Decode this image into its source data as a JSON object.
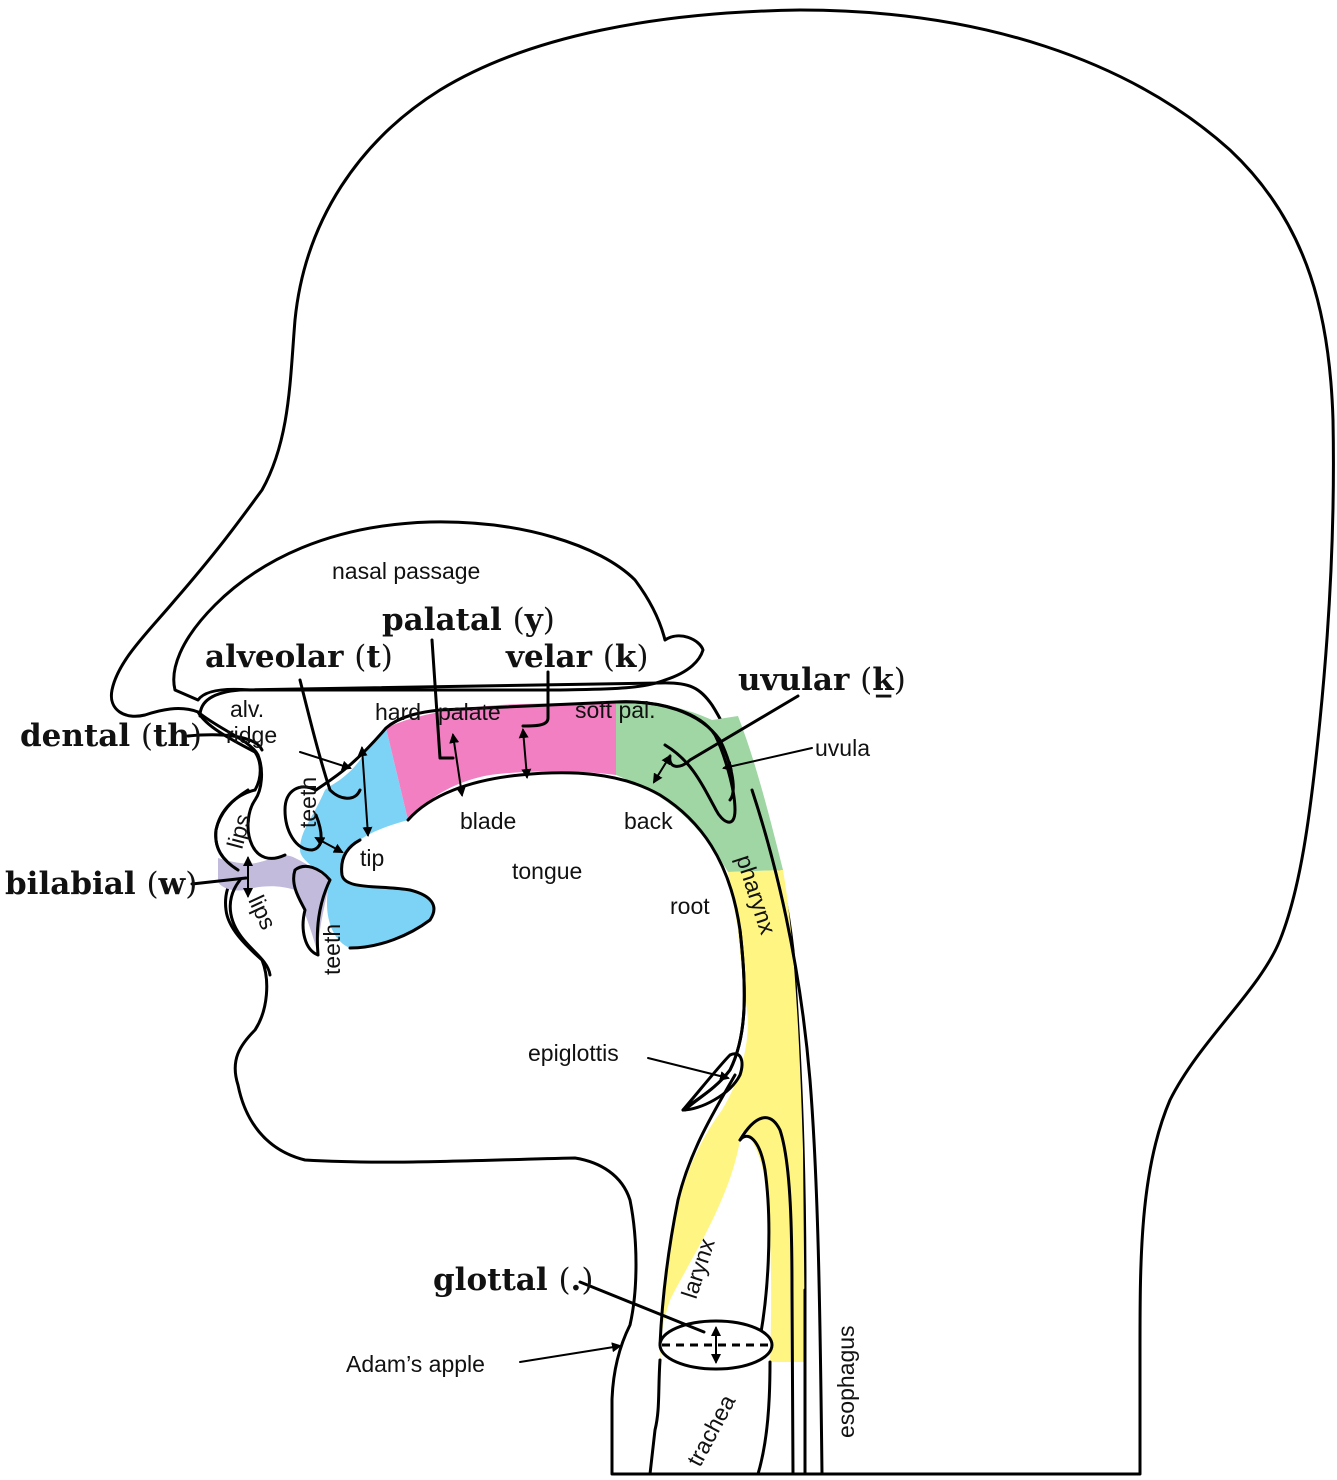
{
  "colors": {
    "background": "#ffffff",
    "head_fill": "#eff0ef",
    "cavity_fill": "#ffffff",
    "bilabial": "#c2bbdc",
    "alveolar": "#7dd3f5",
    "palatal": "#f27fc2",
    "uvular_velar": "#9fd6a4",
    "pharynx": "#fff582",
    "outline": "#000000"
  },
  "places": {
    "bilabial": {
      "name": "bilabial",
      "symbol": "w"
    },
    "dental": {
      "name": "dental",
      "symbol": "th"
    },
    "alveolar": {
      "name": "alveolar",
      "symbol": "t"
    },
    "palatal": {
      "name": "palatal",
      "symbol": "y"
    },
    "velar": {
      "name": "velar",
      "symbol": "k"
    },
    "uvular": {
      "name": "uvular",
      "symbol": "k̲"
    },
    "glottal": {
      "name": "glottal",
      "symbol": "."
    }
  },
  "paren_open": "(",
  "paren_close": ")",
  "anatomy": {
    "nasal_passage": "nasal passage",
    "alv": "alv.",
    "ridge": "ridge",
    "hard": "hard",
    "palate": "palate",
    "soft_pal": "soft pal.",
    "uvula": "uvula",
    "teeth_upper": "teeth",
    "teeth_lower": "teeth",
    "lips_upper": "lips",
    "lips_lower": "lips",
    "tip": "tip",
    "blade": "blade",
    "back": "back",
    "tongue": "tongue",
    "root": "root",
    "pharynx": "pharynx",
    "epiglottis": "epiglottis",
    "larynx": "larynx",
    "adams_apple": "Adam’s apple",
    "trachea": "trachea",
    "esophagus": "esophagus"
  }
}
